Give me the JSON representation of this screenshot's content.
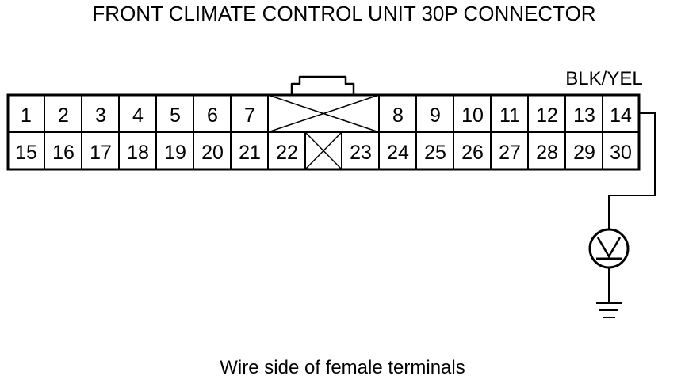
{
  "title": "FRONT CLIMATE CONTROL UNIT 30P CONNECTOR",
  "caption": "Wire side of female terminals",
  "wire_color": "BLK/YEL",
  "connector": {
    "top_row": [
      "1",
      "2",
      "3",
      "4",
      "5",
      "6",
      "7",
      "",
      "8",
      "9",
      "10",
      "11",
      "12",
      "13",
      "14"
    ],
    "bottom_row": [
      "15",
      "16",
      "17",
      "18",
      "19",
      "20",
      "21",
      "22",
      "",
      "23",
      "24",
      "25",
      "26",
      "27",
      "28",
      "29",
      "30"
    ]
  },
  "probe_terminal": "14",
  "meter_icon": "voltmeter-icon",
  "ground_icon": "ground-icon",
  "colors": {
    "line": "#000000",
    "background": "#ffffff"
  }
}
